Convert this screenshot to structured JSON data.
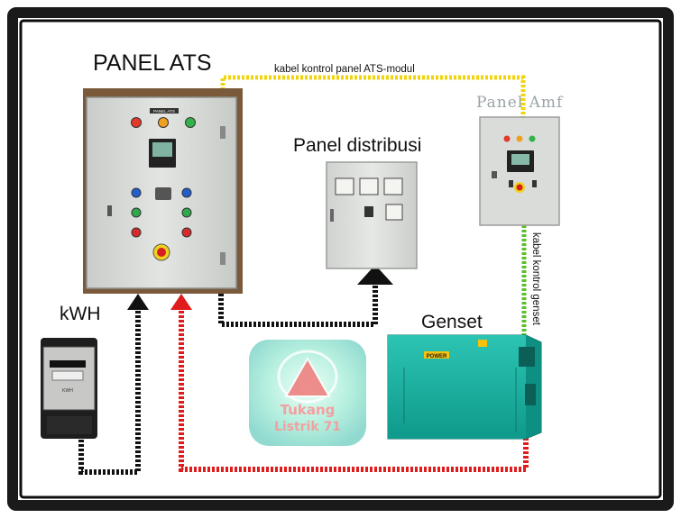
{
  "labels": {
    "panel_ats": "PANEL ATS",
    "panel_distribusi": "Panel distribusi",
    "panel_amf": "Panel Amf",
    "kwh": "kWH",
    "genset": "Genset",
    "kabel_ats_modul": "kabel kontrol panel ATS-modul",
    "kabel_genset": "kabel kontrol genset"
  },
  "panel_ats_plate": "PANEL ATS",
  "genset_brand": "POWER",
  "kwh_brand": "KWH",
  "logo": {
    "line1": "Tukang",
    "line2": "Listrik 71"
  },
  "colors": {
    "yellow_cable": "#f2d40c",
    "green_cable": "#5bbf2a",
    "black_cable": "#111111",
    "red_cable": "#e01b1b",
    "panel_gray": "#d9dcd9",
    "genset_teal": "#19b3a3"
  }
}
